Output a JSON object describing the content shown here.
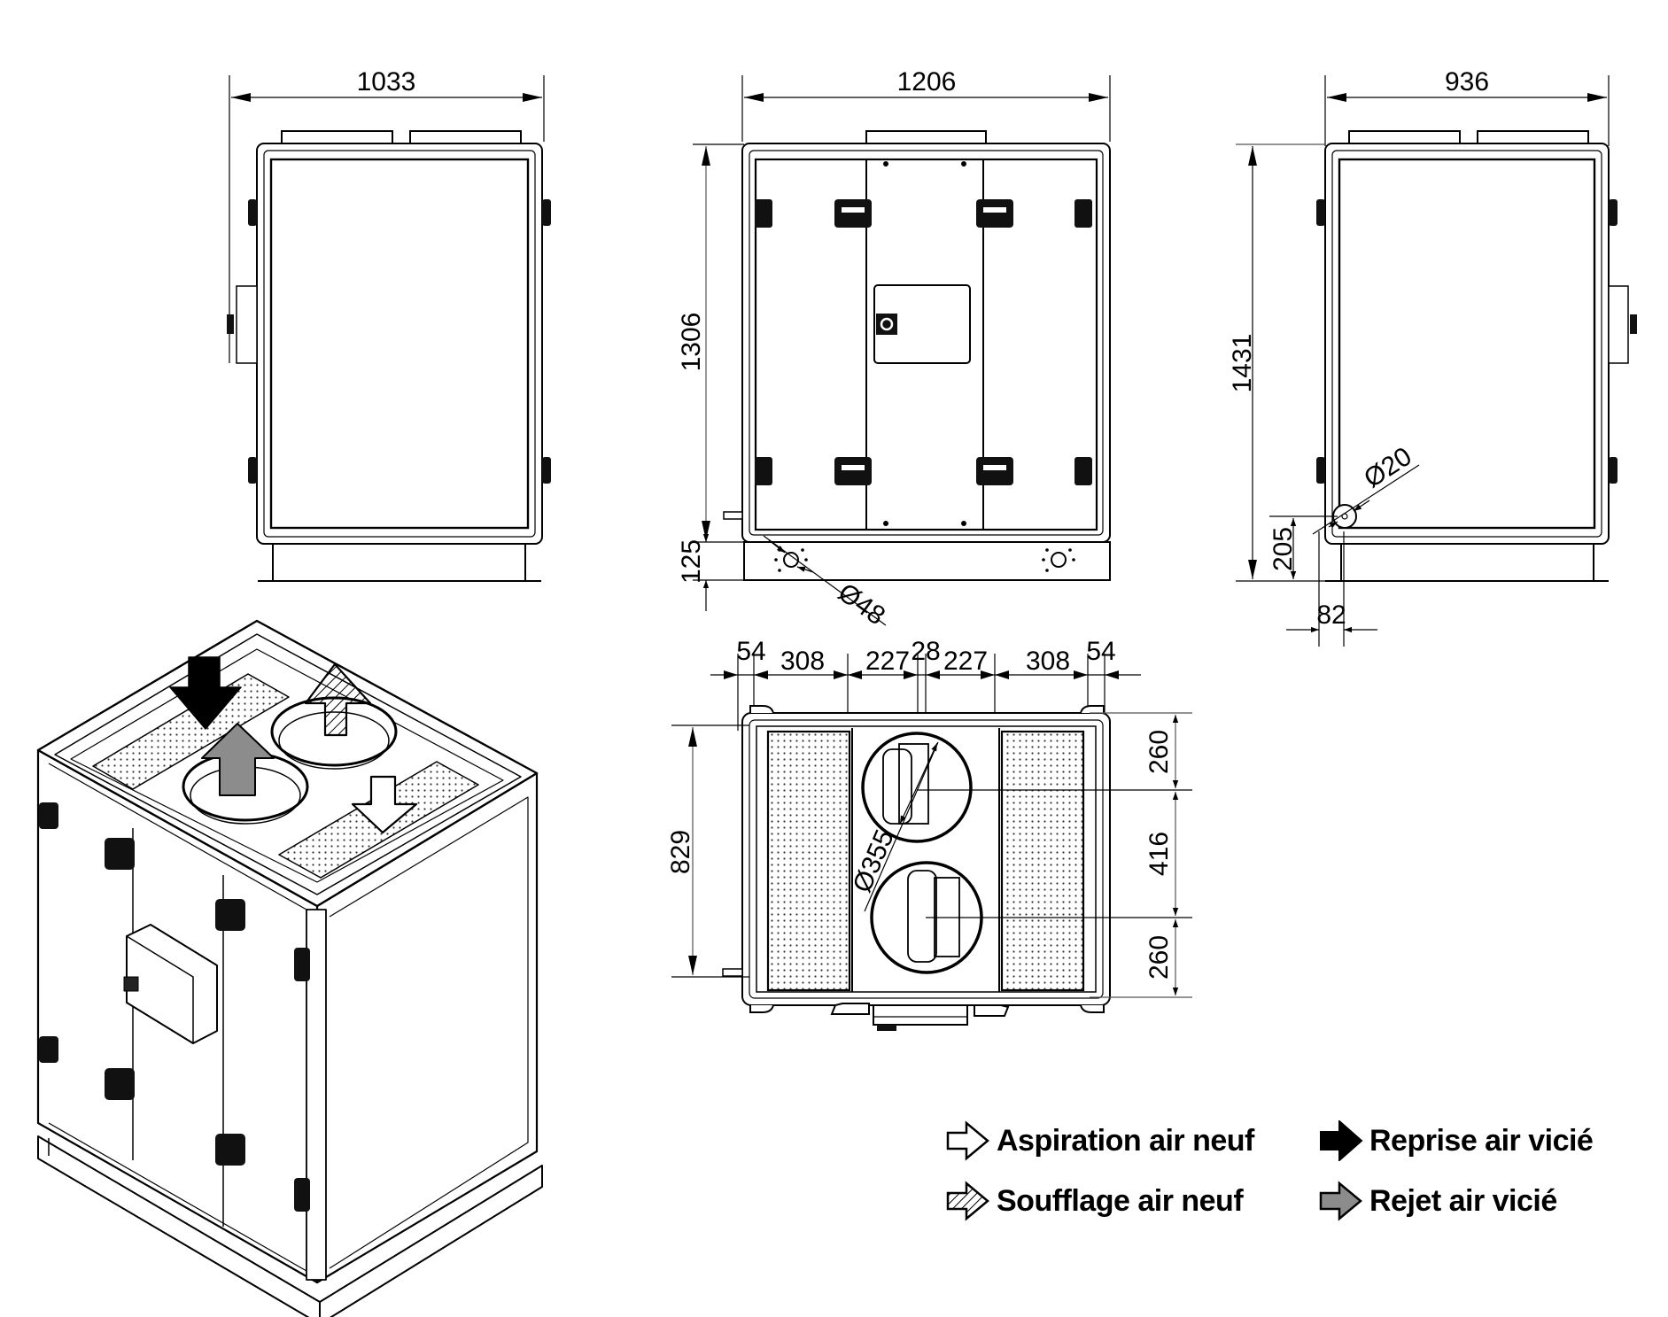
{
  "title": "Dimensional drawing — air handling unit (vertical, top connections)",
  "views": {
    "left_side": {
      "width_label": "1033"
    },
    "front": {
      "width_label": "1206",
      "height_label": "1306",
      "base_height_label": "125",
      "drain_diameter_label": "Ø48"
    },
    "right_side": {
      "width_label": "936",
      "height_label": "1431",
      "drain_diameter_label": "Ø20",
      "drain_height_label": "205",
      "drain_offset_label": "82"
    },
    "top": {
      "horizontal_dims": [
        "54",
        "308",
        "227",
        "28",
        "227",
        "308",
        "54"
      ],
      "depth_label": "829",
      "vertical_dims": [
        "260",
        "416",
        "260"
      ],
      "spigot_diameter_label": "Ø355"
    }
  },
  "legend": {
    "items": [
      {
        "icon": "outline-arrow-icon",
        "label": "Aspiration air neuf",
        "fill": "#ffffff"
      },
      {
        "icon": "black-arrow-icon",
        "label": "Reprise air vicié",
        "fill": "#000000"
      },
      {
        "icon": "hatched-arrow-icon",
        "label": "Soufflage air neuf",
        "fill": "hatch"
      },
      {
        "icon": "gray-arrow-icon",
        "label": "Rejet air vicié",
        "fill": "#8c8c8c"
      }
    ]
  },
  "colors": {
    "line": "#000000",
    "dimension_line": "#555555",
    "filter_dots": "#333333",
    "reject_gray": "#8c8c8c"
  }
}
